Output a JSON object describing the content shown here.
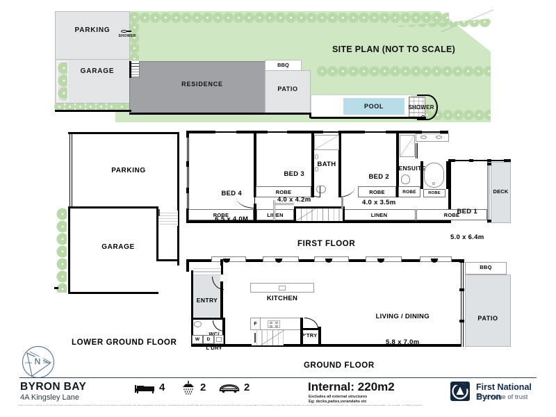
{
  "document": {
    "type": "real-estate-floor-plan",
    "property_suburb": "BYRON BAY",
    "property_address": "4A Kingsley Lane"
  },
  "site_plan": {
    "title": "SITE PLAN (NOT TO SCALE)",
    "labels": {
      "parking": "PARKING",
      "garage": "GARAGE",
      "shower": "SHOWER",
      "residence": "RESIDENCE",
      "bbq": "BBQ",
      "patio": "PATIO",
      "pool": "POOL",
      "pool_shower": "SHOWER"
    },
    "colors": {
      "lawn": "#cfe7c3",
      "hardstand": "#e3e5e7",
      "residence": "#a0a2a5",
      "pool": "#b9dde8"
    }
  },
  "lower_ground_floor": {
    "title": "LOWER GROUND FLOOR",
    "rooms": [
      {
        "name": "PARKING"
      },
      {
        "name": "GARAGE"
      }
    ]
  },
  "first_floor": {
    "title": "FIRST FLOOR",
    "rooms": [
      {
        "name": "BED 4",
        "dimensions": "6.5 x 4.0M"
      },
      {
        "name": "BED 3",
        "dimensions": "4.0 x 4.2m"
      },
      {
        "name": "BATH",
        "dimensions": ""
      },
      {
        "name": "BED 2",
        "dimensions": "4.0 x 3.5m"
      },
      {
        "name": "ENSUITE",
        "dimensions": ""
      },
      {
        "name": "BED 1",
        "dimensions": "5.0 x 6.4m"
      },
      {
        "name": "DECK",
        "dimensions": ""
      }
    ],
    "storage": [
      "ROBE",
      "ROBE",
      "ROBE",
      "ROBE",
      "ROBE",
      "ROBE",
      "ROBE",
      "LINEN",
      "LINEN"
    ]
  },
  "ground_floor": {
    "title": "GROUND FLOOR",
    "rooms": [
      {
        "name": "ENTRY",
        "dimensions": ""
      },
      {
        "name": "WC/\nL'DRY",
        "dimensions": ""
      },
      {
        "name": "KITCHEN",
        "dimensions": ""
      },
      {
        "name": "P'TRY",
        "dimensions": ""
      },
      {
        "name": "LIVING / DINING",
        "dimensions": "5.8 x 7.0m"
      },
      {
        "name": "BBQ",
        "dimensions": ""
      },
      {
        "name": "PATIO",
        "dimensions": ""
      }
    ],
    "appliances": [
      "F",
      "W",
      "D"
    ]
  },
  "compass": {
    "label": "N"
  },
  "footer": {
    "suburb": "BYRON BAY",
    "address": "4A Kingsley Lane",
    "specs": [
      {
        "icon": "bed-icon",
        "value": "4"
      },
      {
        "icon": "shower-icon",
        "value": "2"
      },
      {
        "icon": "car-icon",
        "value": "2"
      }
    ],
    "internal_area": "Internal: 220m2",
    "internal_note_line1": "Excludes all external structures",
    "internal_note_line2": "Eg: decks,patios,verandahs etc",
    "agency_name": "First National Byron",
    "agency_tagline": "The value of trust",
    "disclaimer": "Scale in metres. Indicative only. All information contained herein is obtained from sources we believe to be accurate. We cannot guarantee its accuracy. Interested persons should make and rely on their own enquiries.This plan is a representation of the building on site and not an indication of council approval/floorplan as illustration only – all figured dimensions approximate – do not scale – no liability accepted"
  }
}
